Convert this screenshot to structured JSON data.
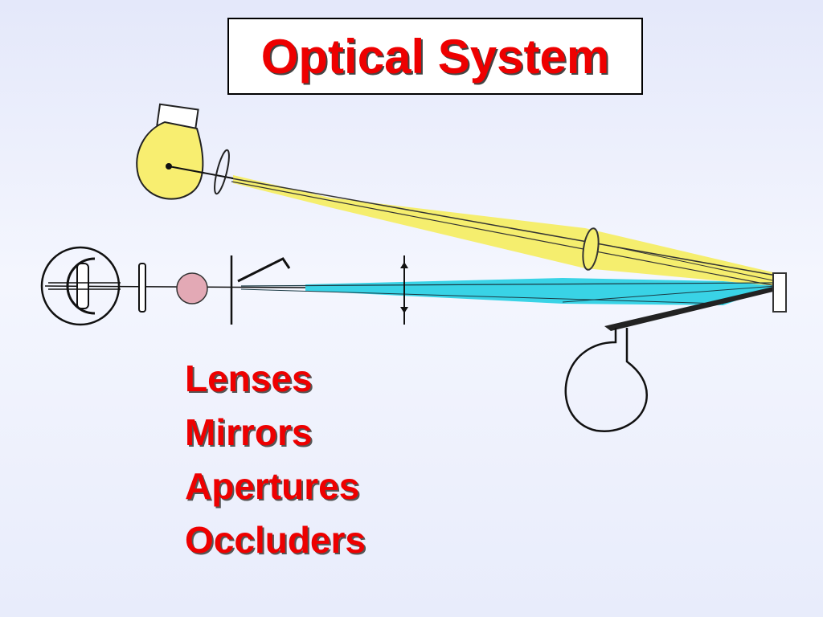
{
  "slide": {
    "title": "Optical System",
    "items": [
      {
        "label": "Lenses"
      },
      {
        "label": "Mirrors"
      },
      {
        "label": "Apertures"
      },
      {
        "label": "Occluders"
      }
    ]
  },
  "colors": {
    "title_text": "#ee0000",
    "list_text": "#ee0000",
    "illumination_beam": "#f5ee6e",
    "observation_beam": "#39d3e6",
    "lamp": "#f8ee70",
    "filter_disc": "#e3a9b5",
    "background": "#eef1fc"
  },
  "icons": {
    "lamp": "light-bulb-icon",
    "eye": "eye-icon",
    "observer_head": "head-icon"
  }
}
